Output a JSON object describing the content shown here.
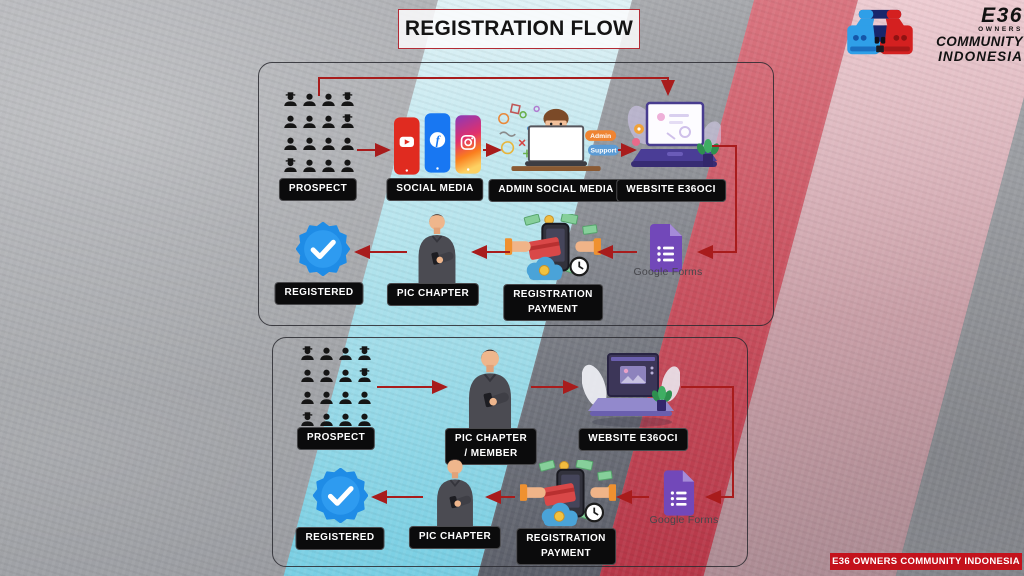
{
  "slide": {
    "title": "REGISTRATION FLOW",
    "footer": "E36 OWNERS COMMUNITY INDONESIA"
  },
  "logo": {
    "line1": "E36",
    "line2": "OWNERS",
    "line3": "COMMUNITY",
    "line4": "INDONESIA"
  },
  "colors": {
    "arrow_red": "#a81c1c",
    "label_bg": "#0b0b0c",
    "badge_blue": "#2493ea",
    "forms_purple": "#7248b9",
    "band_cyan": "#9fdcec",
    "band_red": "#cd5161",
    "band_pink": "#dfb0b8",
    "footer_red": "#c4121c"
  },
  "icons": [
    "prospect-crowd-icon",
    "youtube-phone-icon",
    "facebook-phone-icon",
    "instagram-phone-icon",
    "admin-laptop-icon",
    "website-laptop-icon",
    "google-forms-icon",
    "payment-hands-icon",
    "pic-chapter-person-icon",
    "verified-badge-icon",
    "e36-car-logo-icon"
  ],
  "flow_top": {
    "prospect": "PROSPECT",
    "social_media": "SOCIAL MEDIA",
    "admin_social_media": "ADMIN SOCIAL MEDIA",
    "admin_tag": "Admin",
    "support_tag": "Support",
    "website": "WEBSITE E36OCI",
    "google_forms": "Google Forms",
    "registration_line1": "REGISTRATION",
    "registration_line2": "PAYMENT",
    "pic_chapter": "PIC CHAPTER",
    "registered": "REGISTERED"
  },
  "flow_bottom": {
    "prospect": "PROSPECT",
    "pic_chapter_member_line1": "PIC CHAPTER",
    "pic_chapter_member_line2": "/ MEMBER",
    "website": "WEBSITE E36OCI",
    "google_forms": "Google Forms",
    "registration_line1": "REGISTRATION",
    "registration_line2": "PAYMENT",
    "pic_chapter": "PIC CHAPTER",
    "registered": "REGISTERED"
  }
}
